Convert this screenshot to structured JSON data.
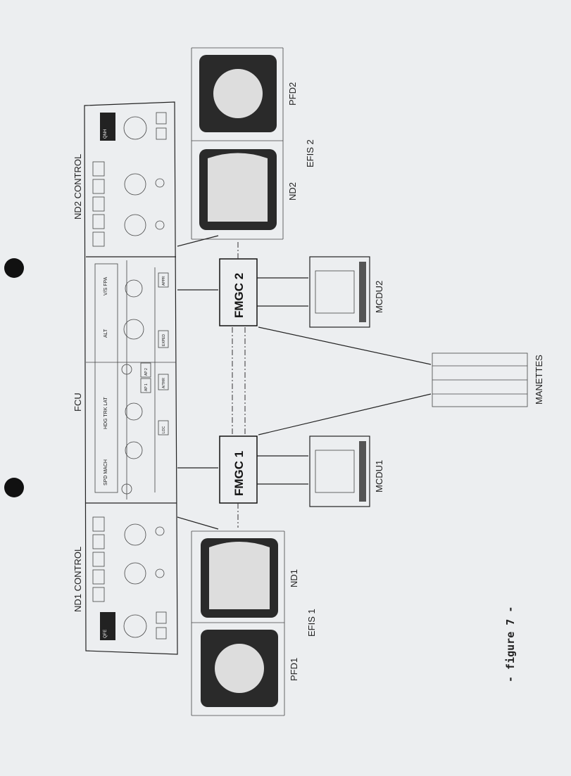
{
  "labels": {
    "nd2_control": "ND2 CONTROL",
    "fcu": "FCU",
    "nd1_control": "ND1 CONTROL",
    "fmgc2": "FMGC 2",
    "fmgc1": "FMGC 1",
    "mcdu2": "MCDU2",
    "mcdu1": "MCDU1",
    "manettes": "MANETTES",
    "efis2": "EFIS 2",
    "efis1": "EFIS 1",
    "nd2": "ND2",
    "pfd2": "PFD2",
    "nd1": "ND1",
    "pfd1": "PFD1",
    "caption": "- figure 7 -"
  },
  "fcu_panel": {
    "spd_mach": "SPD MACH",
    "hdg_trk": "HDG TRK LAT",
    "alt": "ALT",
    "vs": "V/S FPA",
    "ap1": "AP 1",
    "ap2": "AP 2",
    "athr": "A/THR",
    "loc": "LOC",
    "exped": "EXPED",
    "appr": "APPR",
    "qfe": "QFE",
    "qnh": "QNH"
  }
}
